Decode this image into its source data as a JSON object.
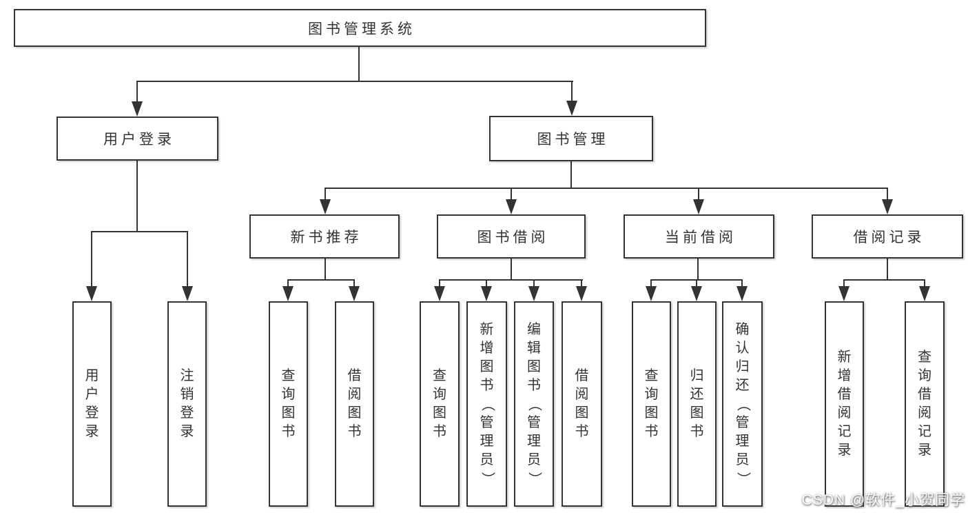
{
  "diagram": {
    "root": "图书管理系统",
    "level2": {
      "user_login": "用户登录",
      "book_mgmt": "图书管理"
    },
    "level3": {
      "new_books": "新书推荐",
      "book_borrow": "图书借阅",
      "current_borrow": "当前借阅",
      "borrow_records": "借阅记录"
    },
    "leaves": {
      "user_login_do": "用户登录",
      "logout": "注销登录",
      "nb_query": "查询图书",
      "nb_borrow": "借阅图书",
      "bb_query": "查询图书",
      "bb_add": "新增图书（管理员）",
      "bb_edit": "编辑图书（管理员）",
      "bb_borrow": "借阅图书",
      "cb_query": "查询图书",
      "cb_return": "归还图书",
      "cb_confirm": "确认归还（管理员）",
      "br_add": "新增借阅记录",
      "br_query": "查询借阅记录"
    },
    "watermark": "CSDN @软件_小贺同学",
    "colors": {
      "line": "#333333",
      "border": "#333333",
      "text": "#333333",
      "watermark_text": "#ffffff"
    }
  }
}
